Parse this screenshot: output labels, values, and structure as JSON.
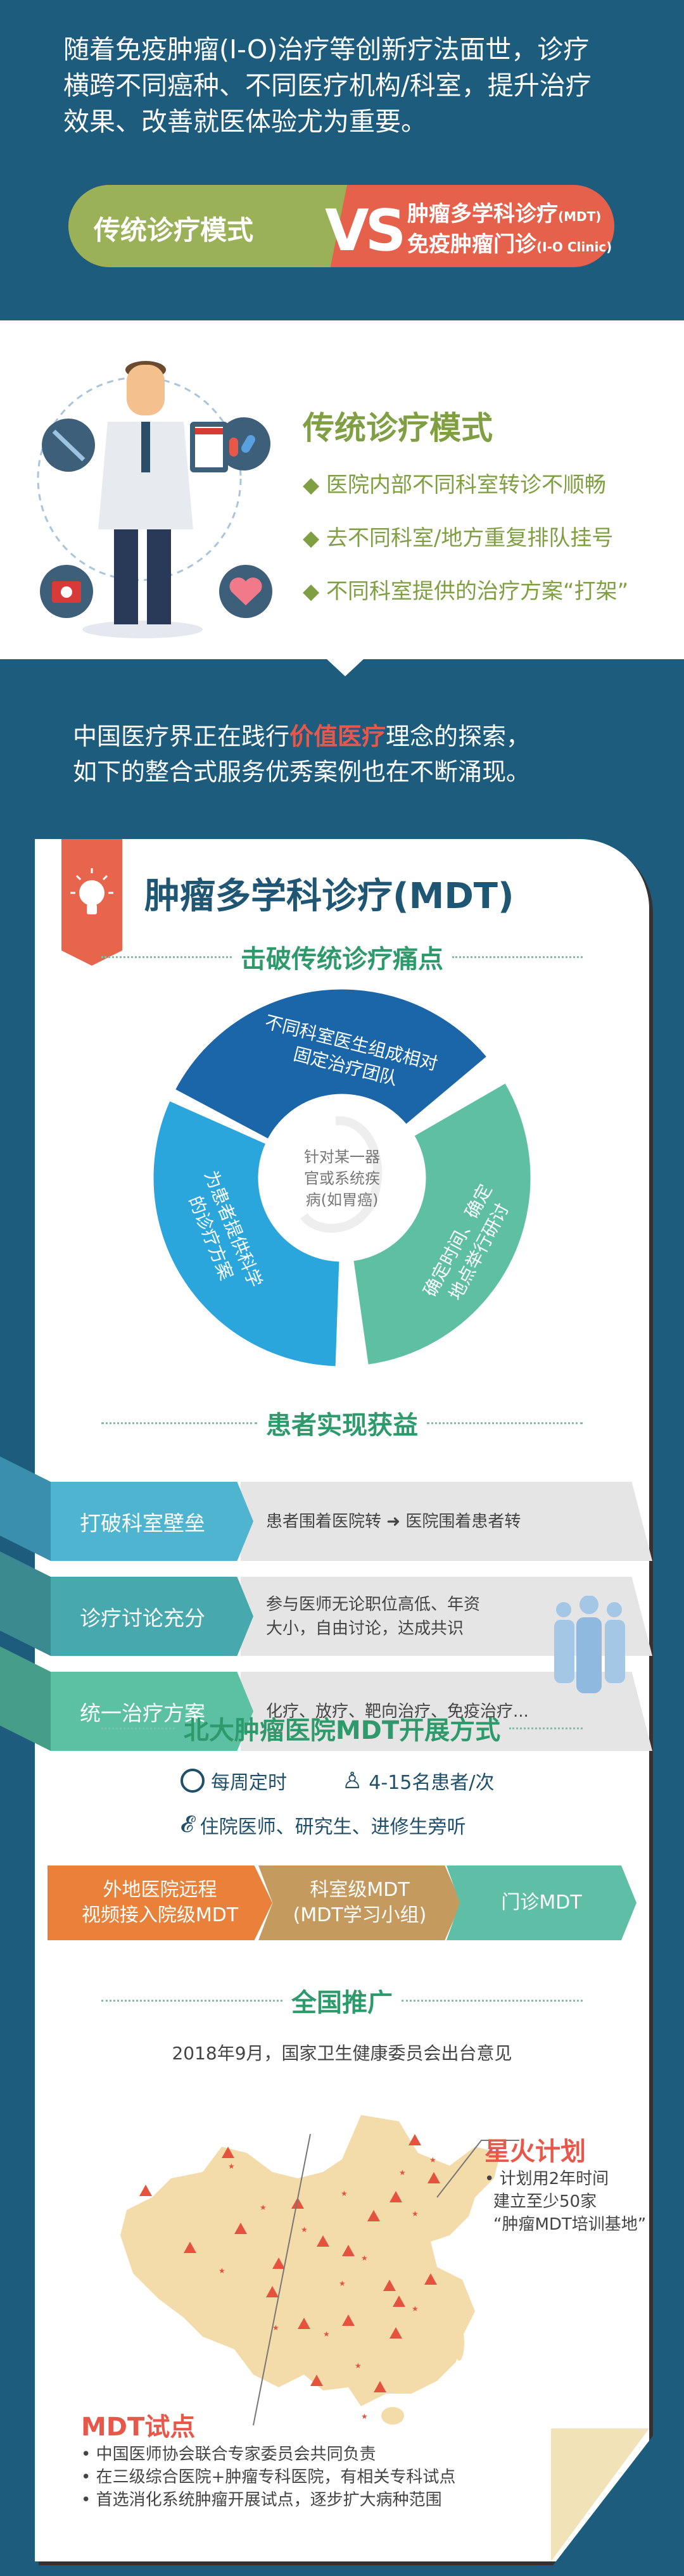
{
  "intro": {
    "lines": [
      "随着免疫肿瘤(I-O)治疗等创新疗法面世，诊疗",
      "横跨不同癌种、不同医疗机构/科室，提升治疗",
      "效果、改善就医体验尤为重要。"
    ]
  },
  "vs": {
    "left": "传统诊疗模式",
    "mark": "VS",
    "right1": "肿瘤多学科诊疗",
    "right1_suffix": "(MDT)",
    "right2": "免疫肿瘤门诊",
    "right2_suffix": "(I-O Clinic)"
  },
  "traditional": {
    "title": "传统诊疗模式",
    "items": [
      "◆ 医院内部不同科室转诊不顺畅",
      "◆ 去不同科室/地方重复排队挂号",
      "◆ 不同科室提供的治疗方案“打架”"
    ]
  },
  "transition": {
    "line1_pre": "中国医疗界正在践行",
    "line1_highlight": "价值医疗",
    "line1_post": "理念的探索，",
    "line2": "如下的整合式服务优秀案例也在不断涌现。"
  },
  "mdt": {
    "title": "肿瘤多学科诊疗(MDT)",
    "pain_title": "击破传统诊疗痛点",
    "cycle": {
      "center": [
        "针对某一器",
        "官或系统疾",
        "病(如胃癌)"
      ],
      "top": [
        "不同科室医生组成相对",
        "固定治疗团队"
      ],
      "right": [
        "确定时间、确定",
        "地点举行研讨"
      ],
      "left": [
        "为患者提供科学",
        "的诊疗方案"
      ]
    },
    "benefit_title": "患者实现获益",
    "benefits": [
      {
        "label": "打破科室壁垒",
        "desc": [
          "患者围着医院转 ➜ 医院围着患者转"
        ]
      },
      {
        "label": "诊疗讨论充分",
        "desc": [
          "参与医师无论职位高低、年资",
          "大小，自由讨论，达成共识"
        ]
      },
      {
        "label": "统一治疗方案",
        "desc": [
          "化疗、放疗、靶向治疗、免疫治疗..."
        ]
      }
    ],
    "pku_title": "北大肿瘤医院MDT开展方式",
    "schedule": "每周定时",
    "patients": "4-15名患者/次",
    "audience": "住院医师、研究生、进修生旁听",
    "steps": [
      {
        "lines": [
          "外地医院远程",
          "视频接入院级MDT"
        ],
        "color": "#e9813a"
      },
      {
        "lines": [
          "科室级MDT",
          "(MDT学习小组)"
        ],
        "color": "#c59a5f"
      },
      {
        "lines": [
          "门诊MDT"
        ],
        "color": "#5fbea6"
      }
    ],
    "national_title": "全国推广",
    "policy": "2018年9月，国家卫生健康委员会出台意见",
    "spark": {
      "title": "星火计划",
      "lines": [
        "• 计划用2年时间",
        "建立至少50家",
        "“肿瘤MDT培训基地”"
      ]
    },
    "pilot": {
      "title": "MDT试点",
      "lines": [
        "• 中国医师协会联合专家委员会共同负责",
        "• 在三级综合医院+肿瘤专科医院，有相关专科试点",
        "• 首选消化系统肿瘤开展试点，逐步扩大病种范围"
      ]
    }
  },
  "colors": {
    "background": "#1d5c7c",
    "green": "#9bb158",
    "red": "#e6614b",
    "accent_green": "#2e9a6c"
  }
}
